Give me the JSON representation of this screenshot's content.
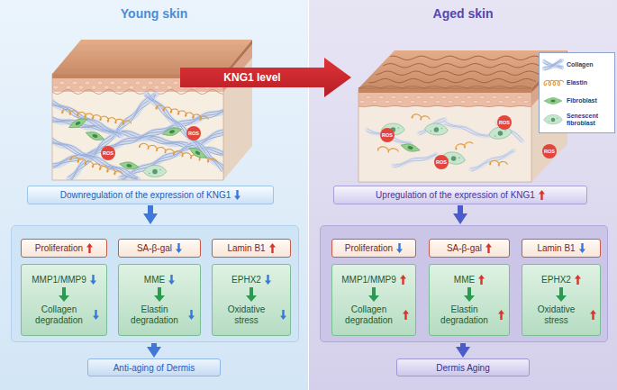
{
  "diagram": {
    "nodes": [
      {
        "text": [
          "Young skin"
        ]
      },
      {
        "text": [
          "Downregulation of the expression of KNG1"
        ],
        "in": 0
      },
      {
        "text": [],
        "in": 0
      },
      {
        "text": [
          "Proliferation"
        ],
        "in": 2
      },
      {
        "text": [
          "SA-β-gal"
        ],
        "in": 2
      },
      {
        "text": [
          "Lamin B1"
        ],
        "in": 2
      },
      {
        "text": [
          "MMP1/MMP9",
          "Collagen degradation"
        ],
        "in": 2
      },
      {
        "text": [
          "MME",
          "Elastin degradation"
        ],
        "in": 2
      },
      {
        "text": [
          "EPHX2",
          "Oxidative stress"
        ],
        "in": 2
      },
      {
        "text": [
          "Anti-aging of Dermis"
        ],
        "in": 0
      },
      {
        "text": [
          "Aged skin"
        ]
      },
      {
        "text": [
          "Upregulation of the expression of KNG1"
        ],
        "in": 10
      },
      {
        "text": [],
        "in": 10
      },
      {
        "text": [
          "Proliferation"
        ],
        "in": 12
      },
      {
        "text": [
          "SA-β-gal"
        ],
        "in": 12
      },
      {
        "text": [
          "Lamin B1"
        ],
        "in": 12
      },
      {
        "text": [
          "MMP1/MMP9",
          "Collagen degradation"
        ],
        "in": 12
      },
      {
        "text": [
          "MME",
          "Elastin degradation"
        ],
        "in": 12
      },
      {
        "text": [
          "EPHX2",
          "Oxidative stress"
        ],
        "in": 12
      },
      {
        "text": [
          "Dermis Aging"
        ],
        "in": 10
      }
    ],
    "edges": [
      {
        "from": 1,
        "to": 2,
        "arrow": "to"
      },
      {
        "from": 2,
        "to": 9,
        "arrow": "to"
      },
      {
        "from": 11,
        "to": 12,
        "arrow": "to"
      },
      {
        "from": 12,
        "to": 19,
        "arrow": "to"
      }
    ],
    "labels": [
      "KNG1 level",
      "ROS",
      "ROS",
      "ROS",
      "ROS",
      "ROS",
      "ROS"
    ],
    "legend": [
      {
        "text": "Collagen"
      },
      {
        "text": "Elastin"
      },
      {
        "text": "Fibroblast"
      },
      {
        "text": "Senescent fibroblast"
      }
    ]
  }
}
